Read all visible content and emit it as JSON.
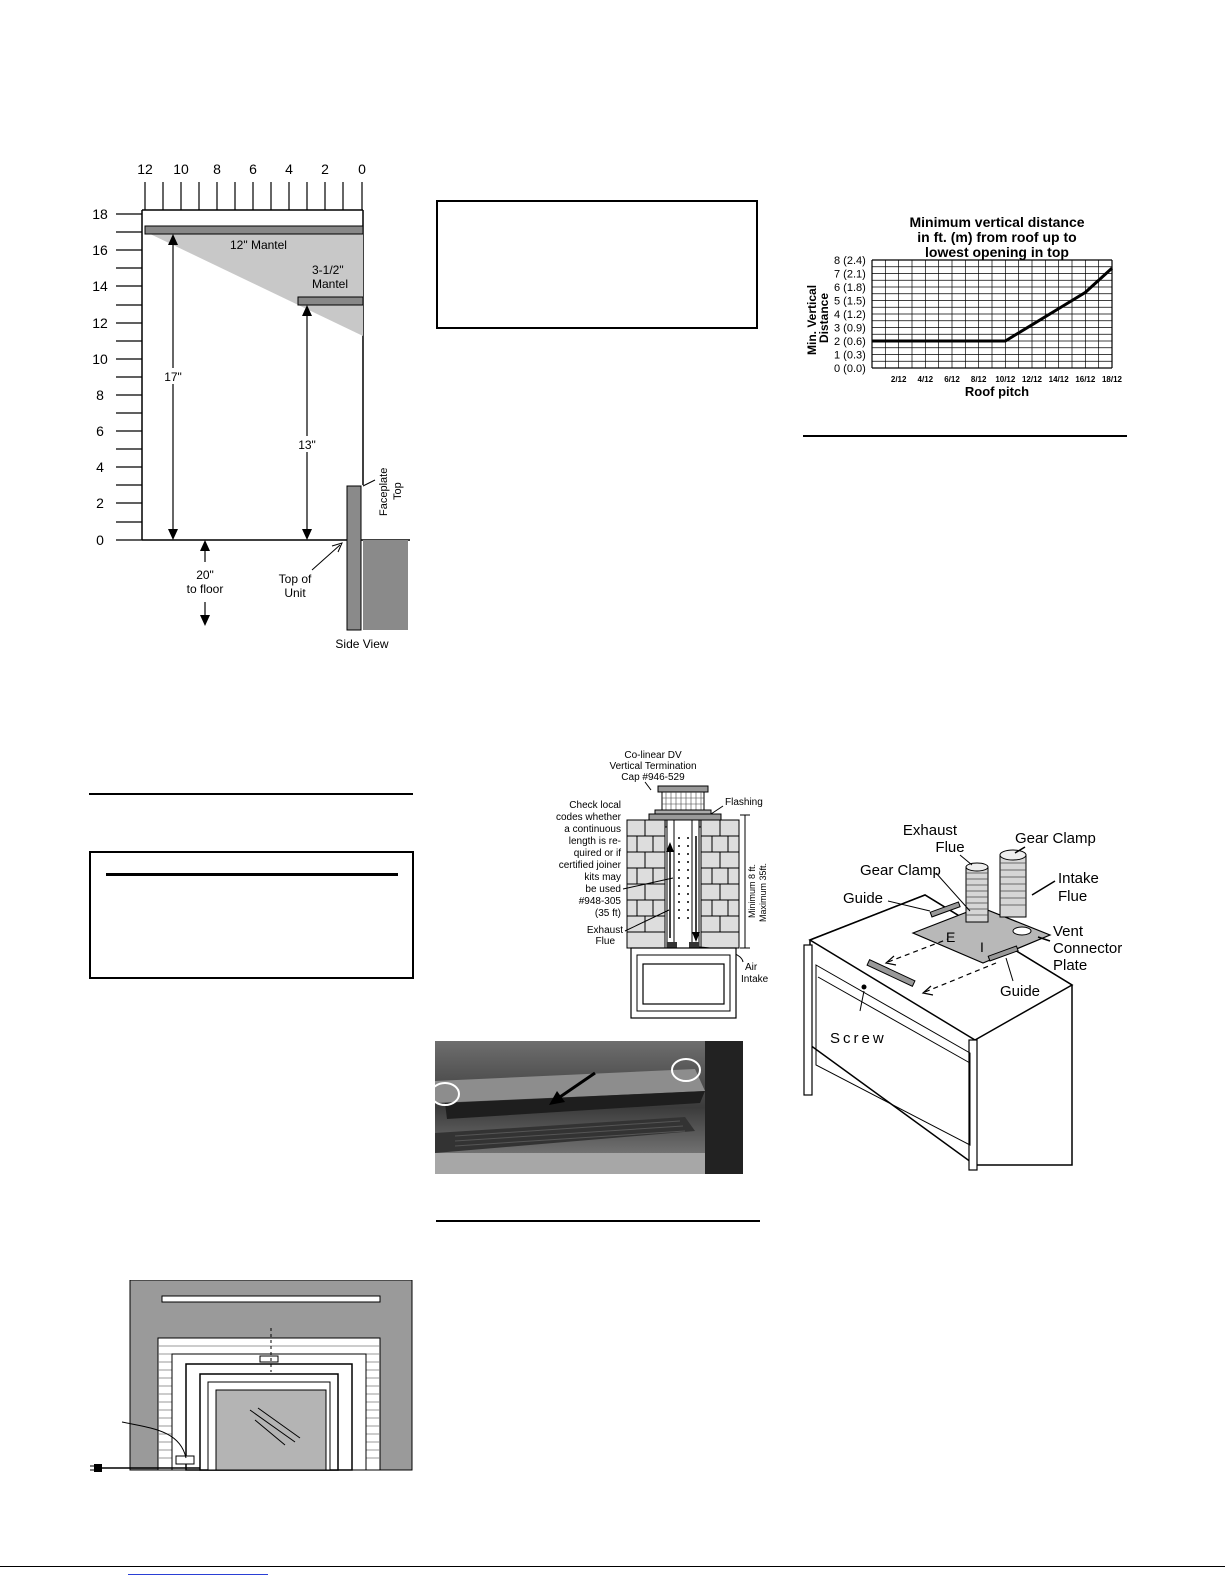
{
  "mantel_figure": {
    "top_scale": [
      "12",
      "10",
      "8",
      "6",
      "4",
      "2",
      "0"
    ],
    "left_scale": [
      "18",
      "16",
      "14",
      "12",
      "10",
      "8",
      "6",
      "4",
      "2",
      "0"
    ],
    "mantel_12_label": "12\" Mantel",
    "mantel_3_line1": "3-1/2\"",
    "mantel_3_line2": "Mantel",
    "dim_17": "17\"",
    "dim_13": "13\"",
    "floor_line1": "20\"",
    "floor_line2": "to floor",
    "top_of_unit_line1": "Top of",
    "top_of_unit_line2": "Unit",
    "faceplate_line1": "Faceplate",
    "faceplate_line2": "Top",
    "side_view": "Side View"
  },
  "roof_chart": {
    "title_line1": "Minimum vertical distance",
    "title_line2": "in ft. (m) from roof up to",
    "title_line3": "lowest opening in top",
    "ylabel_line1": "Min. Vertical",
    "ylabel_line2": "Distance",
    "xlabel": "Roof pitch"
  },
  "chart_data": {
    "type": "line",
    "title": "Minimum vertical distance in ft. (m) from roof up to lowest opening in top",
    "xlabel": "Roof pitch",
    "ylabel": "Min. Vertical Distance",
    "categories": [
      "2/12",
      "4/12",
      "6/12",
      "8/12",
      "10/12",
      "12/12",
      "14/12",
      "16/12",
      "18/12"
    ],
    "y_ticks": [
      "0 (0.0)",
      "1 (0.3)",
      "2 (0.6)",
      "3 (0.9)",
      "4 (1.2)",
      "5 (1.5)",
      "6 (1.8)",
      "7 (2.1)",
      "8 (2.4)"
    ],
    "ylim": [
      0,
      8
    ],
    "grid": true,
    "series": [
      {
        "values": [
          2,
          2,
          2,
          2,
          2,
          3.2,
          4.4,
          5.6,
          7.4
        ]
      }
    ],
    "line_color": "#000000"
  },
  "vent_figure": {
    "cap_line1": "Co-linear DV",
    "cap_line2": "Vertical Termination",
    "cap_line3": "Cap #946-529",
    "flashing": "Flashing",
    "check_lines": [
      "Check local",
      "codes whether",
      "a continuous",
      "length is re-",
      "quired or if",
      "certified joiner",
      "kits may",
      "be used",
      "#948-305",
      "(35 ft)"
    ],
    "exhaust_line1": "Exhaust",
    "exhaust_line2": "Flue",
    "min_max_line1": "Minimum 8 ft.",
    "min_max_line2": "Maximum 35ft.",
    "air_line1": "Air",
    "air_line2": "Intake"
  },
  "connector_figure": {
    "exhaust_line1": "Exhaust",
    "exhaust_line2": "Flue",
    "gear_clamp_right": "Gear Clamp",
    "gear_clamp_left": "Gear Clamp",
    "intake_line1": "Intake",
    "intake_line2": "Flue",
    "guide_left": "Guide",
    "guide_right": "Guide",
    "vent_line1": "Vent",
    "vent_line2": "Connector",
    "vent_line3": "Plate",
    "screw": "Screw",
    "plate_letter_e": "E",
    "plate_letter_i": "I"
  }
}
